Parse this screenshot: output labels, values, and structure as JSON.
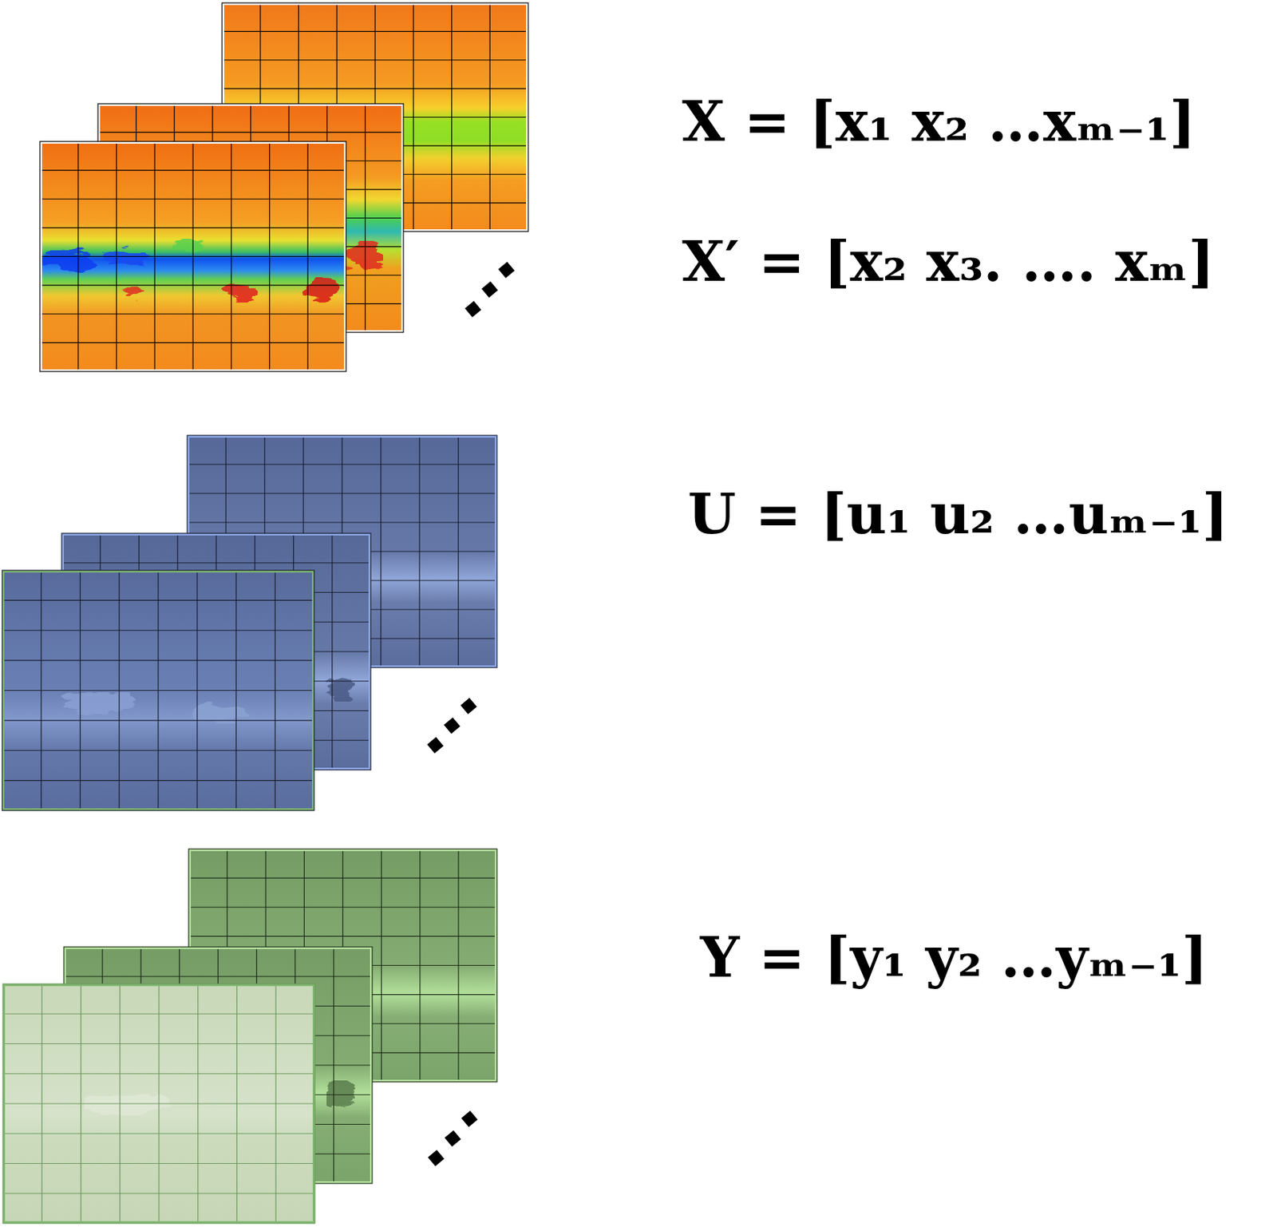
{
  "diagram": {
    "labels": [
      "X = [x₁ x₂ …xₘ₋₁]",
      "X′ = [x₂ x₃. …. xₘ]",
      "U = [u₁ u₂ …uₘ₋₁]",
      "Y = [y₁ y₂ …yₘ₋₁]"
    ]
  }
}
